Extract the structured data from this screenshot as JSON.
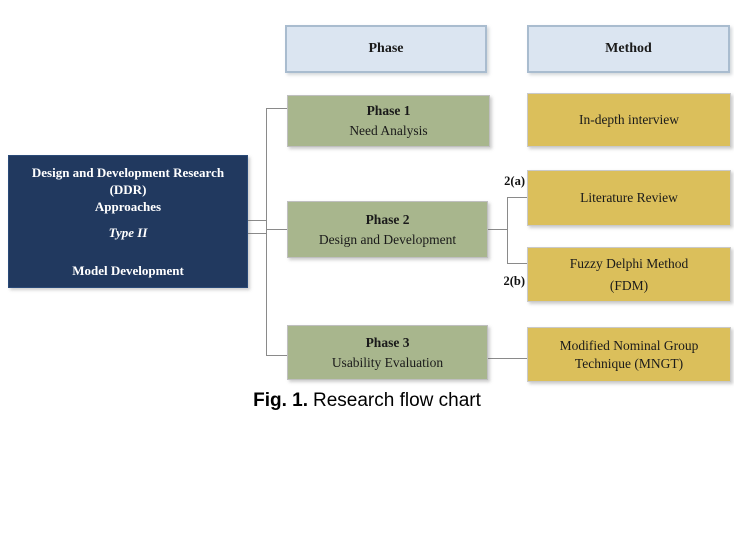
{
  "colors": {
    "navy_fill": "#21395f",
    "green_fill": "#a8b68d",
    "yellow_fill": "#dbbf5b",
    "header_fill": "#dbe5f1",
    "header_border": "#a9bccf",
    "connector_gray": "#8a8a8a",
    "navy_text": "#ffffff",
    "box_text": "#1a1a1a"
  },
  "headers": {
    "phase": "Phase",
    "method": "Method"
  },
  "ddr_box": {
    "line1": "Design and Development Research",
    "line2": "(DDR)",
    "line3": "Approaches",
    "type_label": "Type II",
    "model_label": "Model Development"
  },
  "phases": {
    "phase1": {
      "title": "Phase 1",
      "subtitle": "Need Analysis"
    },
    "phase2": {
      "title": "Phase 2",
      "subtitle": "Design and Development"
    },
    "phase3": {
      "title": "Phase 3",
      "subtitle": "Usability Evaluation"
    }
  },
  "methods": {
    "interview": {
      "label": "In-depth interview"
    },
    "literature": {
      "label": "Literature Review"
    },
    "fdm": {
      "line1": "Fuzzy Delphi Method",
      "line2": "(FDM)"
    },
    "mngt": {
      "line1": "Modified Nominal Group",
      "line2": "Technique (MNGT)"
    }
  },
  "branch_labels": {
    "a": "2(a)",
    "b": "2(b)"
  },
  "caption": {
    "label": "Fig. 1.",
    "text": "Research flow chart"
  }
}
